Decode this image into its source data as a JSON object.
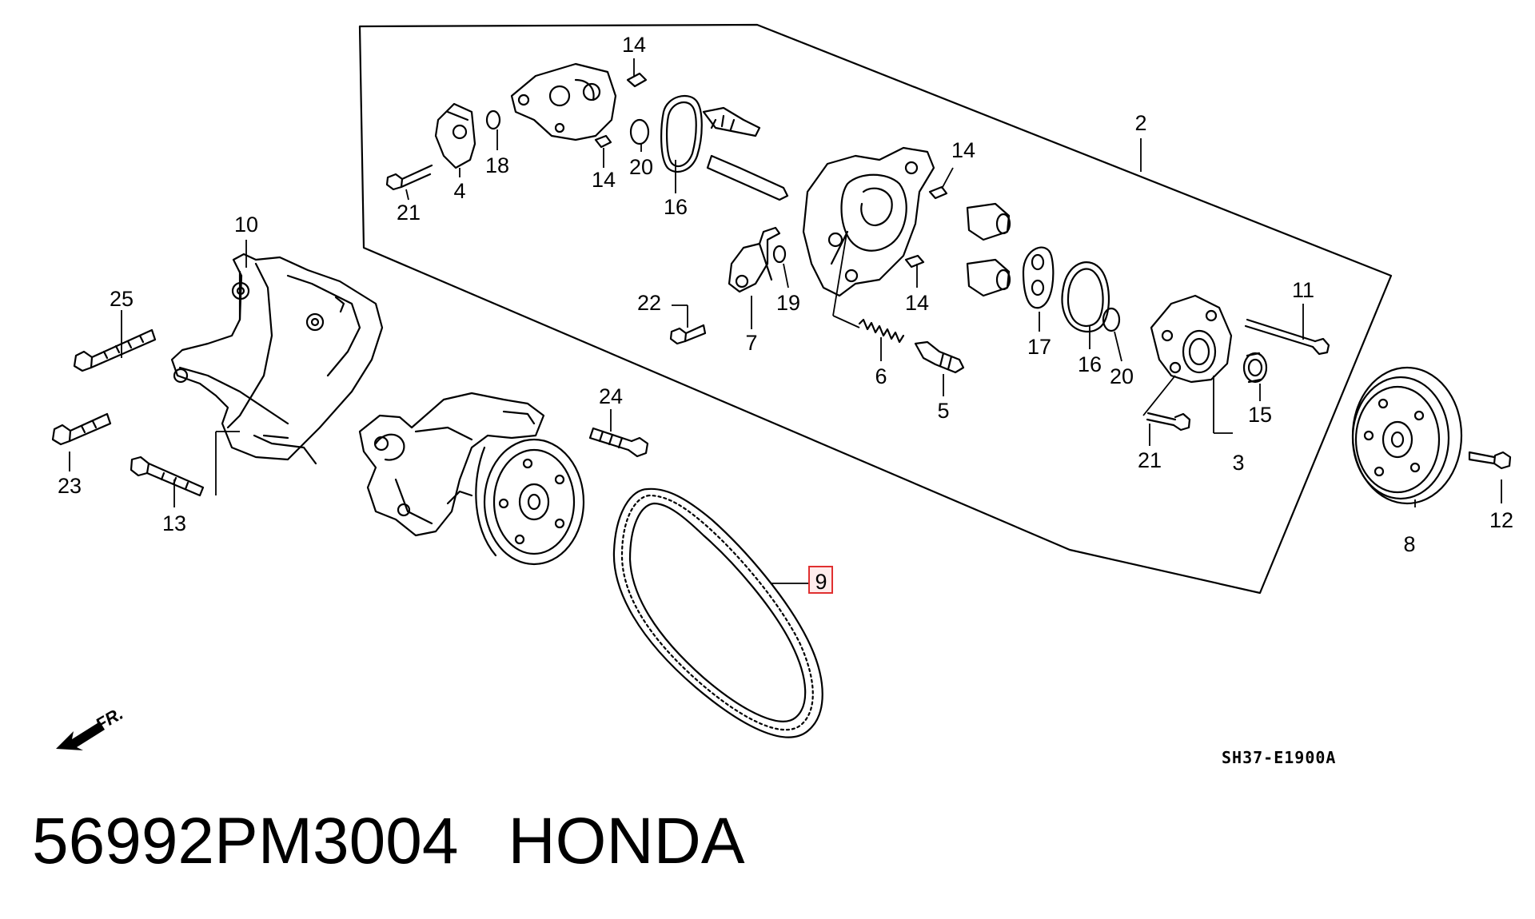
{
  "callouts": {
    "n2": "2",
    "n3": "3",
    "n4": "4",
    "n5": "5",
    "n6": "6",
    "n7": "7",
    "n8": "8",
    "n9": "9",
    "n10": "10",
    "n11": "11",
    "n12": "12",
    "n13": "13",
    "n14a": "14",
    "n14b": "14",
    "n14c": "14",
    "n14d": "14",
    "n15": "15",
    "n16a": "16",
    "n16b": "16",
    "n17": "17",
    "n18": "18",
    "n19": "19",
    "n20a": "20",
    "n20b": "20",
    "n21a": "21",
    "n21b": "21",
    "n22": "22",
    "n23": "23",
    "n24": "24",
    "n25": "25"
  },
  "highlighted_callout": "9",
  "highlight_color": "#e03030",
  "front_marker": "FR.",
  "diagram_code": "SH37-E1900A",
  "part_number": "56992PM3004",
  "brand": "HONDA"
}
